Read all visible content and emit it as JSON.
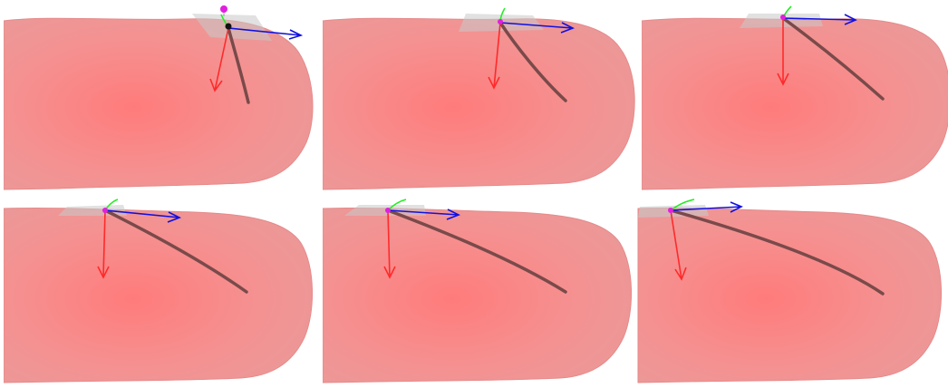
{
  "figure": {
    "panel_count": 6,
    "grid": {
      "rows": 2,
      "columns": 3
    },
    "panels": [
      {
        "name": "panel-1",
        "row": 1,
        "column": 1
      },
      {
        "name": "panel-2",
        "row": 1,
        "column": 2
      },
      {
        "name": "panel-3",
        "row": 1,
        "column": 3
      },
      {
        "name": "panel-4",
        "row": 2,
        "column": 1
      },
      {
        "name": "panel-5",
        "row": 2,
        "column": 2
      },
      {
        "name": "panel-6",
        "row": 2,
        "column": 3
      }
    ],
    "colors": {
      "background": "#ffffff",
      "tissue": "#f39a9a",
      "tissue_highlight": "#ff7b7b",
      "tissue_edge": "#e58a8a",
      "needle": "#7a4a4a",
      "axis_red": "#ff2a2a",
      "axis_blue": "#1010e0",
      "axis_green": "#22ee22",
      "marker_magenta": "#e020e0",
      "marker_black": "#111111",
      "plane_gray": "#c8c8c8"
    },
    "icons": [
      "tissue-surface",
      "needle-path",
      "red-axis-arrow",
      "blue-axis-arrow",
      "green-axis-arrow",
      "entry-point-marker",
      "tool-plane"
    ]
  }
}
